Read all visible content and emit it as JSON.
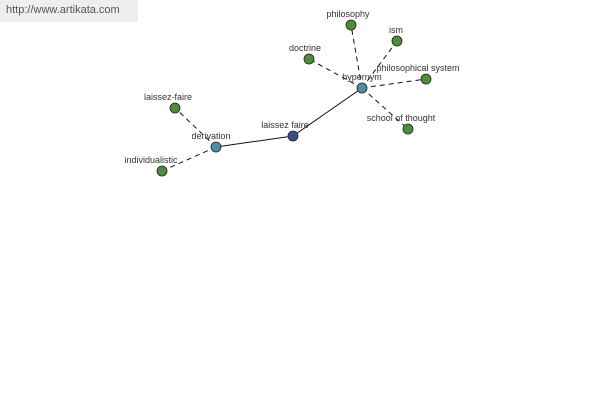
{
  "url": "http://www.artikata.com",
  "colors": {
    "leaf_node": "#4e8b3a",
    "relation_node": "#4d8ea0",
    "center_node": "#3b4e8c",
    "edge": "#111111"
  },
  "nodes": {
    "laissez_faire_center": "laissez faire",
    "hypernym": "hypernym",
    "derivation": "derivation",
    "philosophy": "philosophy",
    "ism": "ism",
    "doctrine": "doctrine",
    "philosophical_system": "philosophical system",
    "school_of_thought": "school of thought",
    "laissez_faire_hyphen": "laissez-faire",
    "individualistic": "individualistic"
  }
}
